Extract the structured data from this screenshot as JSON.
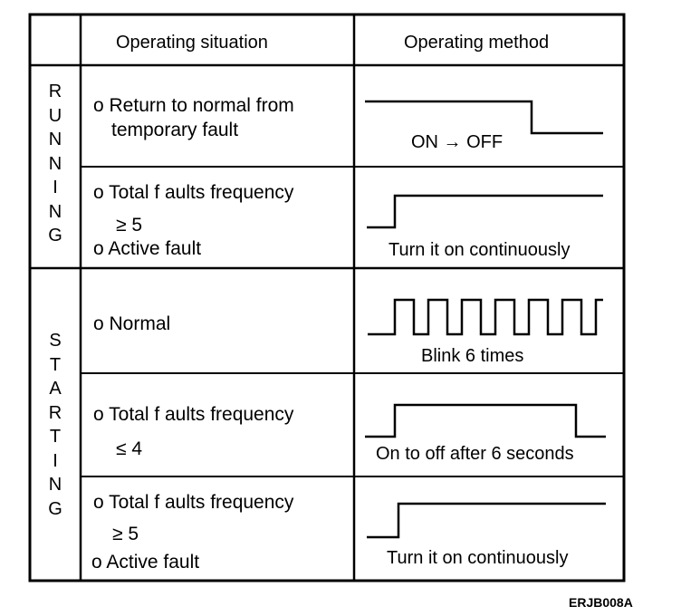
{
  "headers": {
    "situation": "Operating situation",
    "method": "Operating method"
  },
  "groups": {
    "running": "R\nU\nN\nN\nI\nN\nG",
    "starting": "S\nT\nA\nR\nT\nI\nN\nG"
  },
  "rows": [
    {
      "lines": [
        "o Return to normal from",
        "temporary fault"
      ],
      "caption": "ON → OFF"
    },
    {
      "lines": [
        "o Total f aults frequency",
        "≥ 5",
        "o Active fault"
      ],
      "caption": "Turn it on continuously"
    },
    {
      "lines": [
        "o Normal"
      ],
      "caption": "Blink 6 times"
    },
    {
      "lines": [
        "o Total f aults frequency",
        "≤ 4"
      ],
      "caption": "On to off after 6 seconds"
    },
    {
      "lines": [
        "o Total f aults frequency",
        "≥ 5",
        "o Active fault"
      ],
      "caption": "Turn it on continuously"
    }
  ],
  "figure_ref": "ERJB008A"
}
